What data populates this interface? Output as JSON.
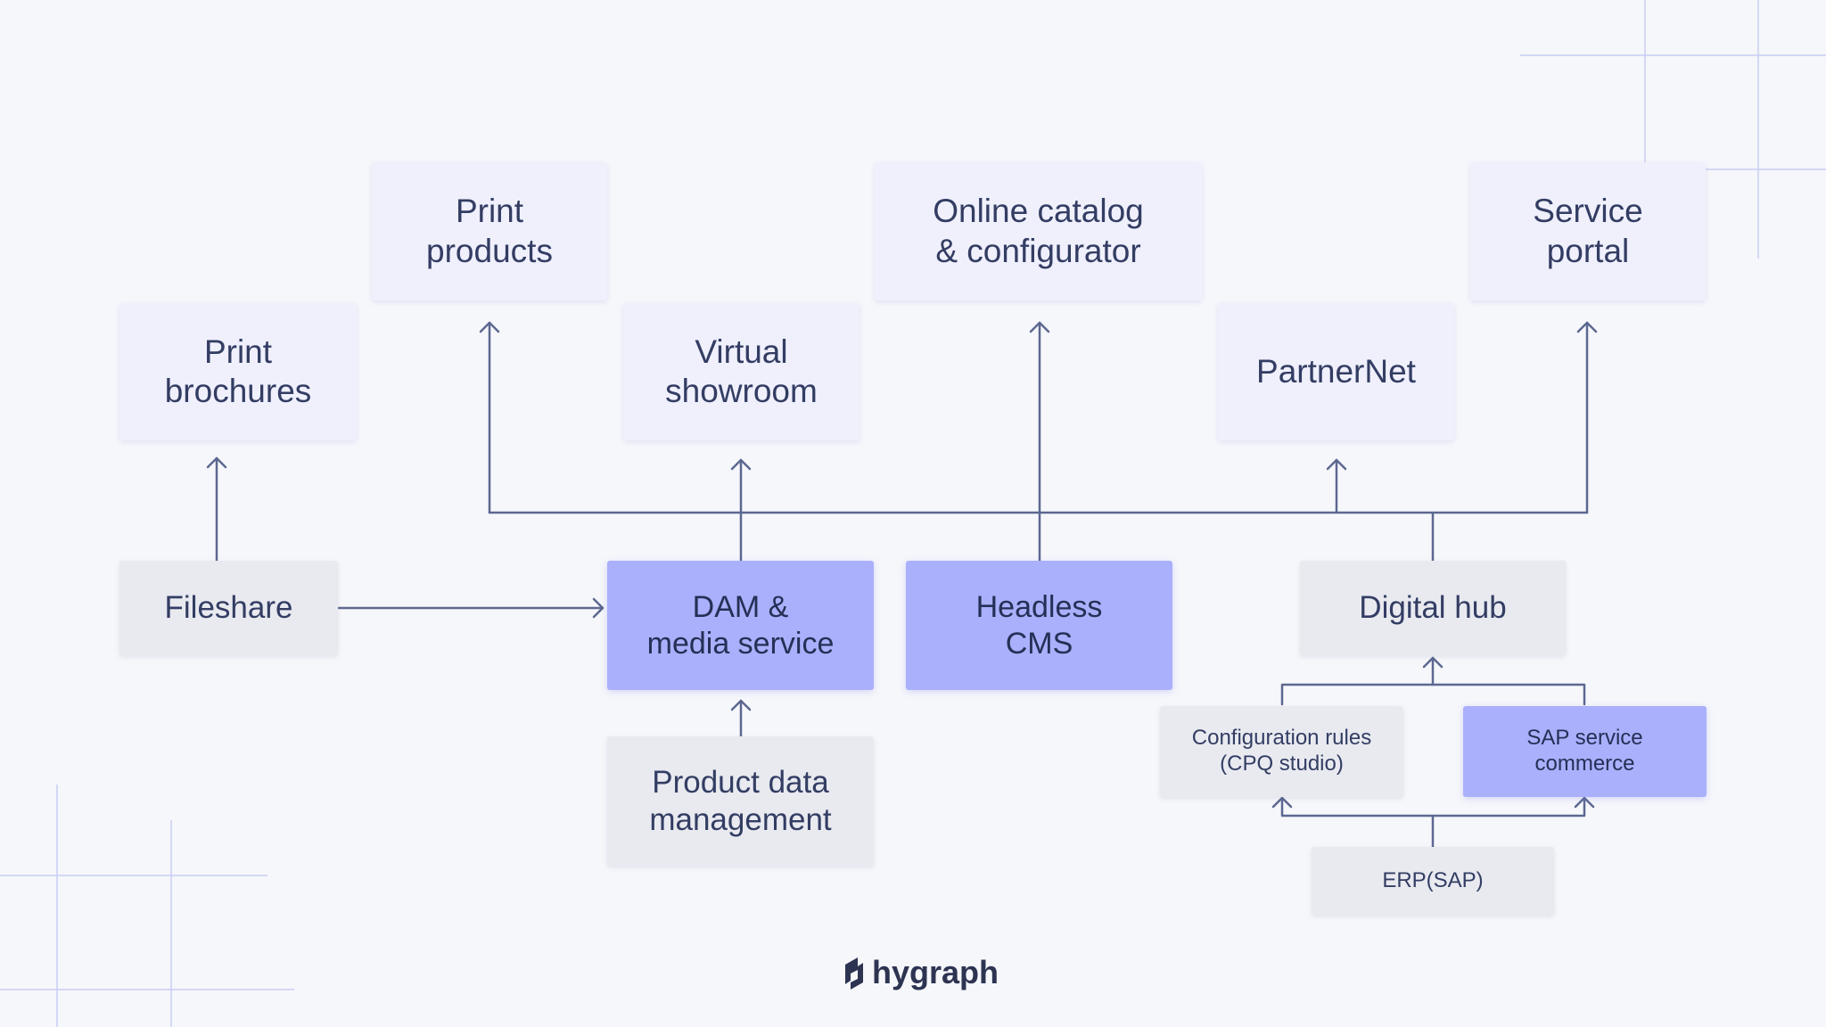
{
  "diagram": {
    "nodes": {
      "print_brochures": "Print\nbrochures",
      "print_products": "Print\nproducts",
      "virtual_showroom": "Virtual\nshowroom",
      "online_catalog": "Online catalog\n& configurator",
      "partnernet": "PartnerNet",
      "service_portal": "Service\nportal",
      "fileshare": "Fileshare",
      "dam": "DAM &\nmedia service",
      "headless_cms": "Headless\nCMS",
      "digital_hub": "Digital hub",
      "product_data": "Product data\nmanagement",
      "config_rules": "Configuration rules\n(CPQ studio)",
      "sap_commerce": "SAP service\ncommerce",
      "erp": "ERP(SAP)"
    },
    "edges": [
      {
        "from": "fileshare",
        "to": "print_brochures"
      },
      {
        "from": "fileshare",
        "to": "dam"
      },
      {
        "from": "dam",
        "to": "virtual_showroom"
      },
      {
        "from": "headless_cms",
        "to": "print_products"
      },
      {
        "from": "headless_cms",
        "to": "online_catalog"
      },
      {
        "from": "headless_cms",
        "to": "partnernet"
      },
      {
        "from": "headless_cms",
        "to": "service_portal"
      },
      {
        "from": "digital_hub",
        "to": "service_portal"
      },
      {
        "from": "product_data",
        "to": "dam"
      },
      {
        "from": "config_rules",
        "to": "digital_hub"
      },
      {
        "from": "sap_commerce",
        "to": "digital_hub"
      },
      {
        "from": "erp",
        "to": "config_rules"
      },
      {
        "from": "erp",
        "to": "sap_commerce"
      }
    ],
    "colors": {
      "output_node": "#eff0fc",
      "source_node": "#e8eaf0",
      "primary_node": "#aab0fc",
      "connector": "#5c6890",
      "text": "#333d63"
    }
  },
  "brand": {
    "name": "hygraph",
    "icon": "hygraph-logo-icon"
  }
}
